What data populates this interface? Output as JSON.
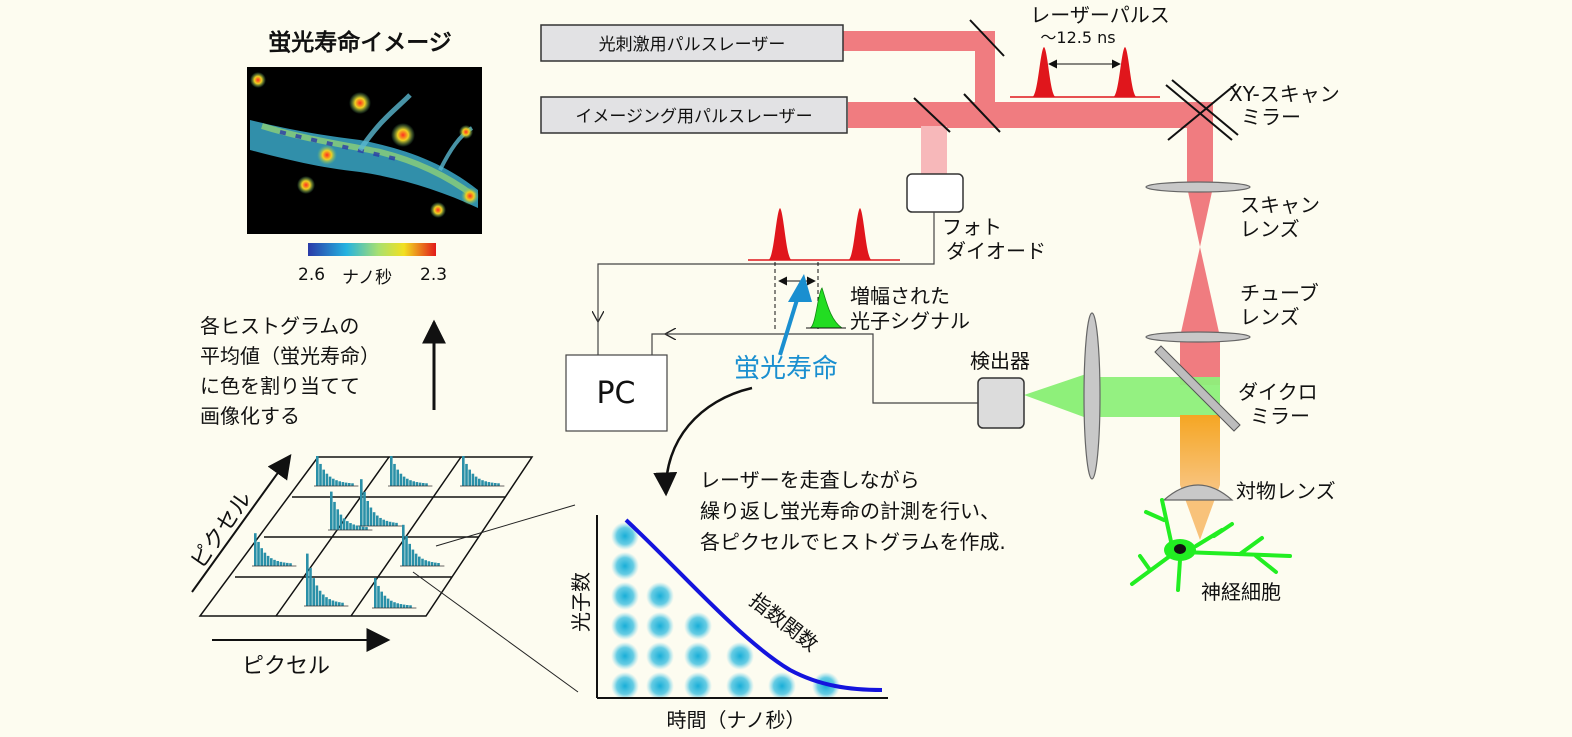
{
  "lasers": {
    "photostim": "光刺激用パルスレーザー",
    "imaging": "イメージング用パルスレーザー"
  },
  "pulse": {
    "title": "レーザーパルス",
    "interval": "～12.5 ns"
  },
  "components": {
    "xy_scan_mirror": [
      "XY-スキャン",
      "ミラー"
    ],
    "scan_lens": [
      "スキャン",
      "レンズ"
    ],
    "tube_lens": [
      "チューブ",
      "レンズ"
    ],
    "dichroic_mirror": [
      "ダイクロ",
      "ミラー"
    ],
    "objective": "対物レンズ",
    "neuron": "神経細胞",
    "photodiode": [
      "フォト",
      "ダイオード"
    ],
    "detector": "検出器",
    "pc": "PC"
  },
  "signals": {
    "amplified_photon": [
      "増幅された",
      "光子シグナル"
    ],
    "fluorescence_lifetime": "蛍光寿命"
  },
  "lifetime_image": {
    "title": "蛍光寿命イメージ",
    "scale_left": "2.6",
    "scale_right": "2.3",
    "scale_unit": "ナノ秒"
  },
  "process_note": [
    "各ヒストグラムの",
    "平均値（蛍光寿命）",
    "に色を割り当てて",
    "画像化する"
  ],
  "scan_note": [
    "レーザーを走査しながら",
    "繰り返し蛍光寿命の計測を行い、",
    "各ピクセルでヒストグラムを作成."
  ],
  "pixel_grid": {
    "axis_x": "ピクセル",
    "axis_y": "ピクセル"
  },
  "histogram": {
    "ylabel": "光子数",
    "xlabel": "時間（ナノ秒）",
    "curve_label": "指数関数"
  },
  "colors": {
    "laser_beam": "#f07c80",
    "pulse": "#e0161c",
    "green_signal": "#22dd22",
    "lifetime_blue": "#1a8fd0",
    "objective_beam": "#f5a623",
    "curve": "#1414dd",
    "histogram_bar": "#2a90a8",
    "neuron": "#22ee22"
  }
}
